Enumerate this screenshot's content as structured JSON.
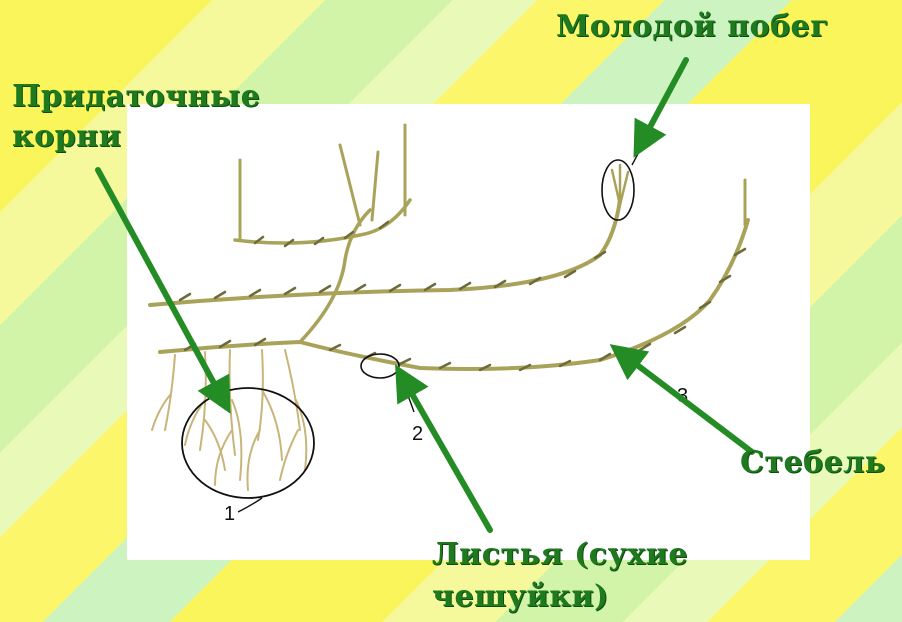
{
  "labels": {
    "young_shoot": "Молодой побег",
    "adventitious_roots_line1": "Придаточные",
    "adventitious_roots_line2": "корни",
    "stem": "Стебель",
    "leaves_line1": "Листья (сухие",
    "leaves_line2": "чешуйки)"
  },
  "numbers": {
    "n1": "1",
    "n2": "2",
    "n3": "3"
  },
  "colors": {
    "label_green": "#1f7a1f",
    "arrow_green": "#248c24",
    "stem_color": "#a9a35a"
  }
}
